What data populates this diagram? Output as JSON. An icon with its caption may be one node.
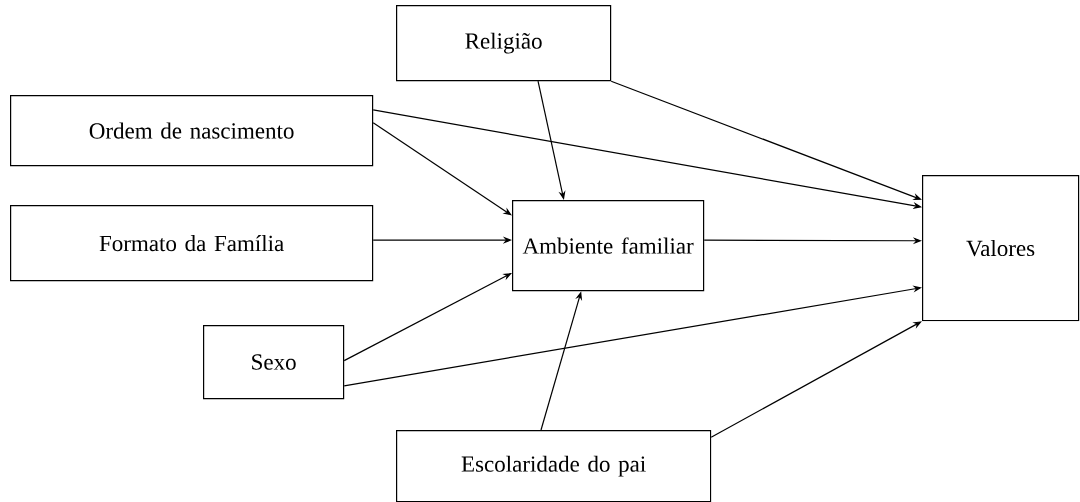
{
  "diagram": {
    "nodes": [
      {
        "text": [
          "Religião"
        ]
      },
      {
        "text": [
          "Ordem de nascimento"
        ]
      },
      {
        "text": [
          "Formato da Família"
        ]
      },
      {
        "text": [
          "Ambiente familiar"
        ]
      },
      {
        "text": [
          "Valores"
        ]
      },
      {
        "text": [
          "Sexo"
        ]
      },
      {
        "text": [
          "Escolaridade do pai"
        ]
      }
    ],
    "edges": [
      {
        "from": 0,
        "to": 3,
        "arrow": "to"
      },
      {
        "from": 0,
        "to": 4,
        "arrow": "to"
      },
      {
        "from": 1,
        "to": 3,
        "arrow": "to"
      },
      {
        "from": 1,
        "to": 4,
        "arrow": "to"
      },
      {
        "from": 2,
        "to": 3,
        "arrow": "to"
      },
      {
        "from": 3,
        "to": 4,
        "arrow": "to"
      },
      {
        "from": 5,
        "to": 3,
        "arrow": "to"
      },
      {
        "from": 5,
        "to": 4,
        "arrow": "to"
      },
      {
        "from": 6,
        "to": 3,
        "arrow": "to"
      },
      {
        "from": 6,
        "to": 4,
        "arrow": "to"
      }
    ]
  }
}
